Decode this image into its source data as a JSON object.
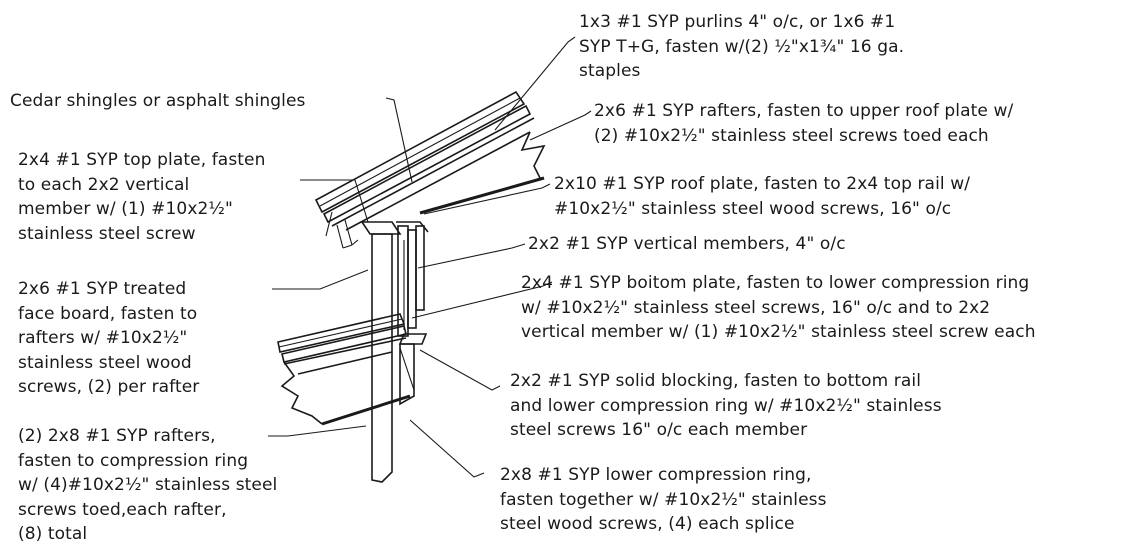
{
  "callouts": {
    "purlins": [
      "1x3 #1 SYP purlins 4\" o/c, or 1x6 #1",
      "SYP  T+G, fasten w/(2) ½\"x1¾\" 16 ga.",
      "staples"
    ],
    "shingles": [
      "Cedar shingles or asphalt shingles"
    ],
    "upper_rafters": [
      "2x6 #1 SYP rafters, fasten to upper roof plate w/",
      "(2) #10x2½\" stainless steel screws toed each"
    ],
    "top_plate": [
      "2x4 #1 SYP top plate, fasten",
      "to each 2x2 vertical",
      "member w/ (1) #10x2½\"",
      "stainless steel screw"
    ],
    "roof_plate": [
      "2x10 #1 SYP roof plate, fasten to 2x4 top rail w/",
      "#10x2½\" stainless steel wood screws, 16\" o/c"
    ],
    "vertical_members": [
      "2x2 #1 SYP vertical members, 4\" o/c"
    ],
    "face_board": [
      "2x6 #1 SYP treated",
      "face board, fasten to",
      "rafters w/ #10x2½\"",
      "stainless steel wood",
      "screws, (2) per rafter"
    ],
    "bottom_plate": [
      "2x4 #1 SYP boitom plate, fasten to lower compression ring",
      "w/ #10x2½\" stainless steel screws, 16\" o/c and to 2x2",
      "vertical member w/ (1) #10x2½\" stainless steel screw each"
    ],
    "solid_blocking": [
      "2x2 #1 SYP solid blocking, fasten to bottom rail",
      "and lower compression ring w/ #10x2½\" stainless",
      "steel screws 16\" o/c each member"
    ],
    "lower_rafters": [
      "(2) 2x8 #1 SYP rafters,",
      "fasten to compression ring",
      "w/ (4)#10x2½\" stainless steel",
      "screws toed,each rafter,",
      "(8) total"
    ],
    "compression_ring": [
      "2x8 #1 SYP lower compression ring,",
      "fasten together w/  #10x2½\" stainless",
      "steel wood screws, (4) each splice"
    ]
  }
}
